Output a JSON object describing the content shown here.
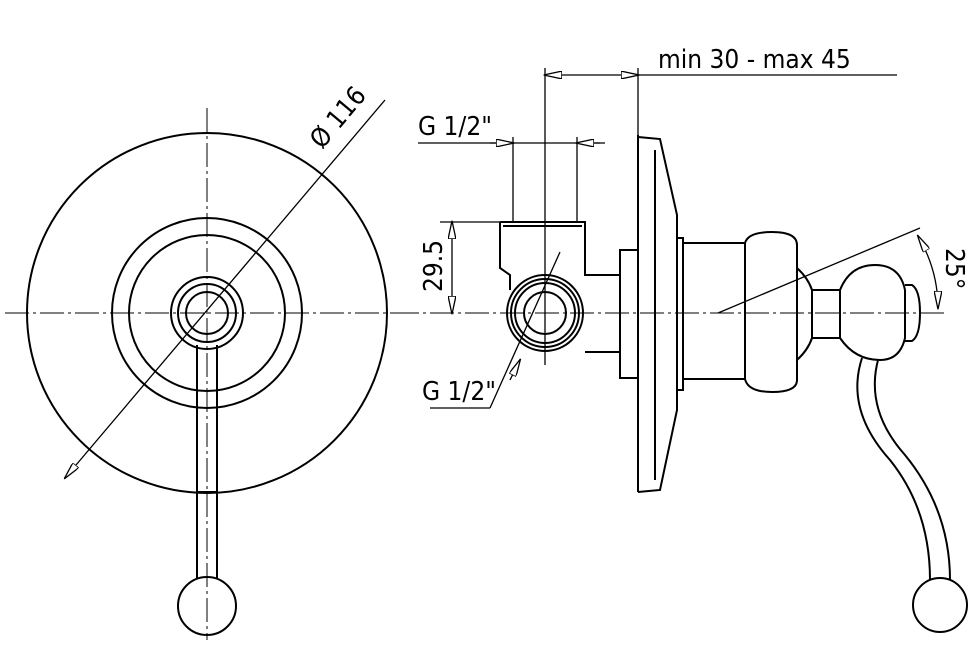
{
  "drawing": {
    "diameter_label": "Ø 116",
    "inlet_thread_label": "G 1/2\"",
    "height_label": "29.5",
    "outlet_thread_label": "G 1/2\"",
    "wall_depth_label": "min 30 - max 45",
    "angle_label": "25°"
  },
  "colors": {
    "line": "#000000",
    "background": "#ffffff"
  }
}
